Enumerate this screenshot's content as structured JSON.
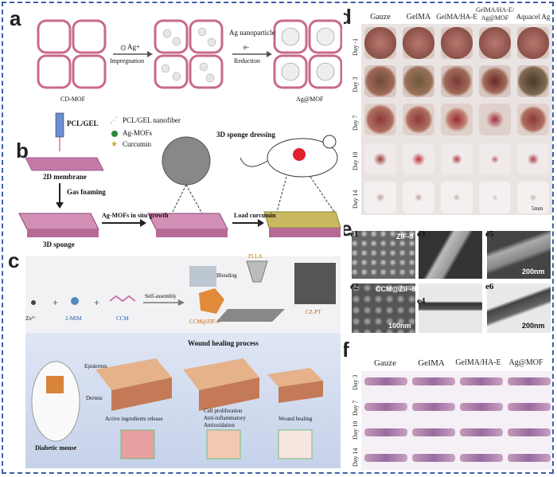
{
  "panel_a": {
    "label": "a",
    "left_caption": "CD-MOF",
    "right_caption": "Ag@MOF",
    "step1_top": "Ag+",
    "step1_bottom": "Impregnation",
    "step2_top": "e-",
    "step2_bottom": "Reduction",
    "nanoparticle_label": "Ag nanoparticle"
  },
  "panel_b": {
    "label": "b",
    "syringe_label": "PCL/GEL",
    "legend_fiber": "PCL/GEL nanofiber",
    "legend_agmof": "Ag-MOFs",
    "legend_curcumin": "Curcumin",
    "membrane_label": "2D membrane",
    "gas_foaming": "Gas foaming",
    "sponge_label": "3D sponge",
    "agmof_growth": "Ag-MOFs in situ growth",
    "load_curcumin": "Load curcumin",
    "dressing_label": "3D sponge dressing"
  },
  "panel_c": {
    "label": "c",
    "zn": "Zn²⁺",
    "mim": "2-MIM",
    "ccm": "CCM",
    "self_assembly": "Self-assembly",
    "blending": "Blending",
    "plla": "PLLA",
    "ccm_zif": "CCM@ZIF-8",
    "czpt": "CZ-PT",
    "process_title": "Wound healing process",
    "epidermis": "Epidermis",
    "dermis": "Dermis",
    "diabetic_mouse": "Diabetic mouse",
    "step1": "Active ingredients release",
    "step2a": "Cell proliferation",
    "step2b": "Anti-inflammatory",
    "step2c": "Antioxidation",
    "step3": "Wound healing"
  },
  "panel_d": {
    "label": "d",
    "columns": [
      "Gauze",
      "GelMA",
      "GelMA/HA-E",
      "GelMA/HA-E/ Ag@MOF",
      "Aquacel Ag"
    ],
    "rows": [
      "Day -1",
      "Day 3",
      "Day 7",
      "Day 10",
      "Day 14"
    ],
    "scale": "5mm"
  },
  "panel_e": {
    "label": "e",
    "sub": [
      "e1",
      "e2",
      "e3",
      "e4",
      "e5",
      "e6"
    ],
    "e1_text": "ZIF-8",
    "e2_text": "CCM@ZIF-8",
    "e2_scale": "100nm",
    "e5_scale": "200nm",
    "e6_scale": "200nm"
  },
  "panel_f": {
    "label": "f",
    "columns": [
      "Gauze",
      "GelMA",
      "GelMA/HA-E",
      "Ag@MOF"
    ],
    "rows": [
      "Day 3",
      "Day 7",
      "Day 10",
      "Day 14"
    ]
  }
}
